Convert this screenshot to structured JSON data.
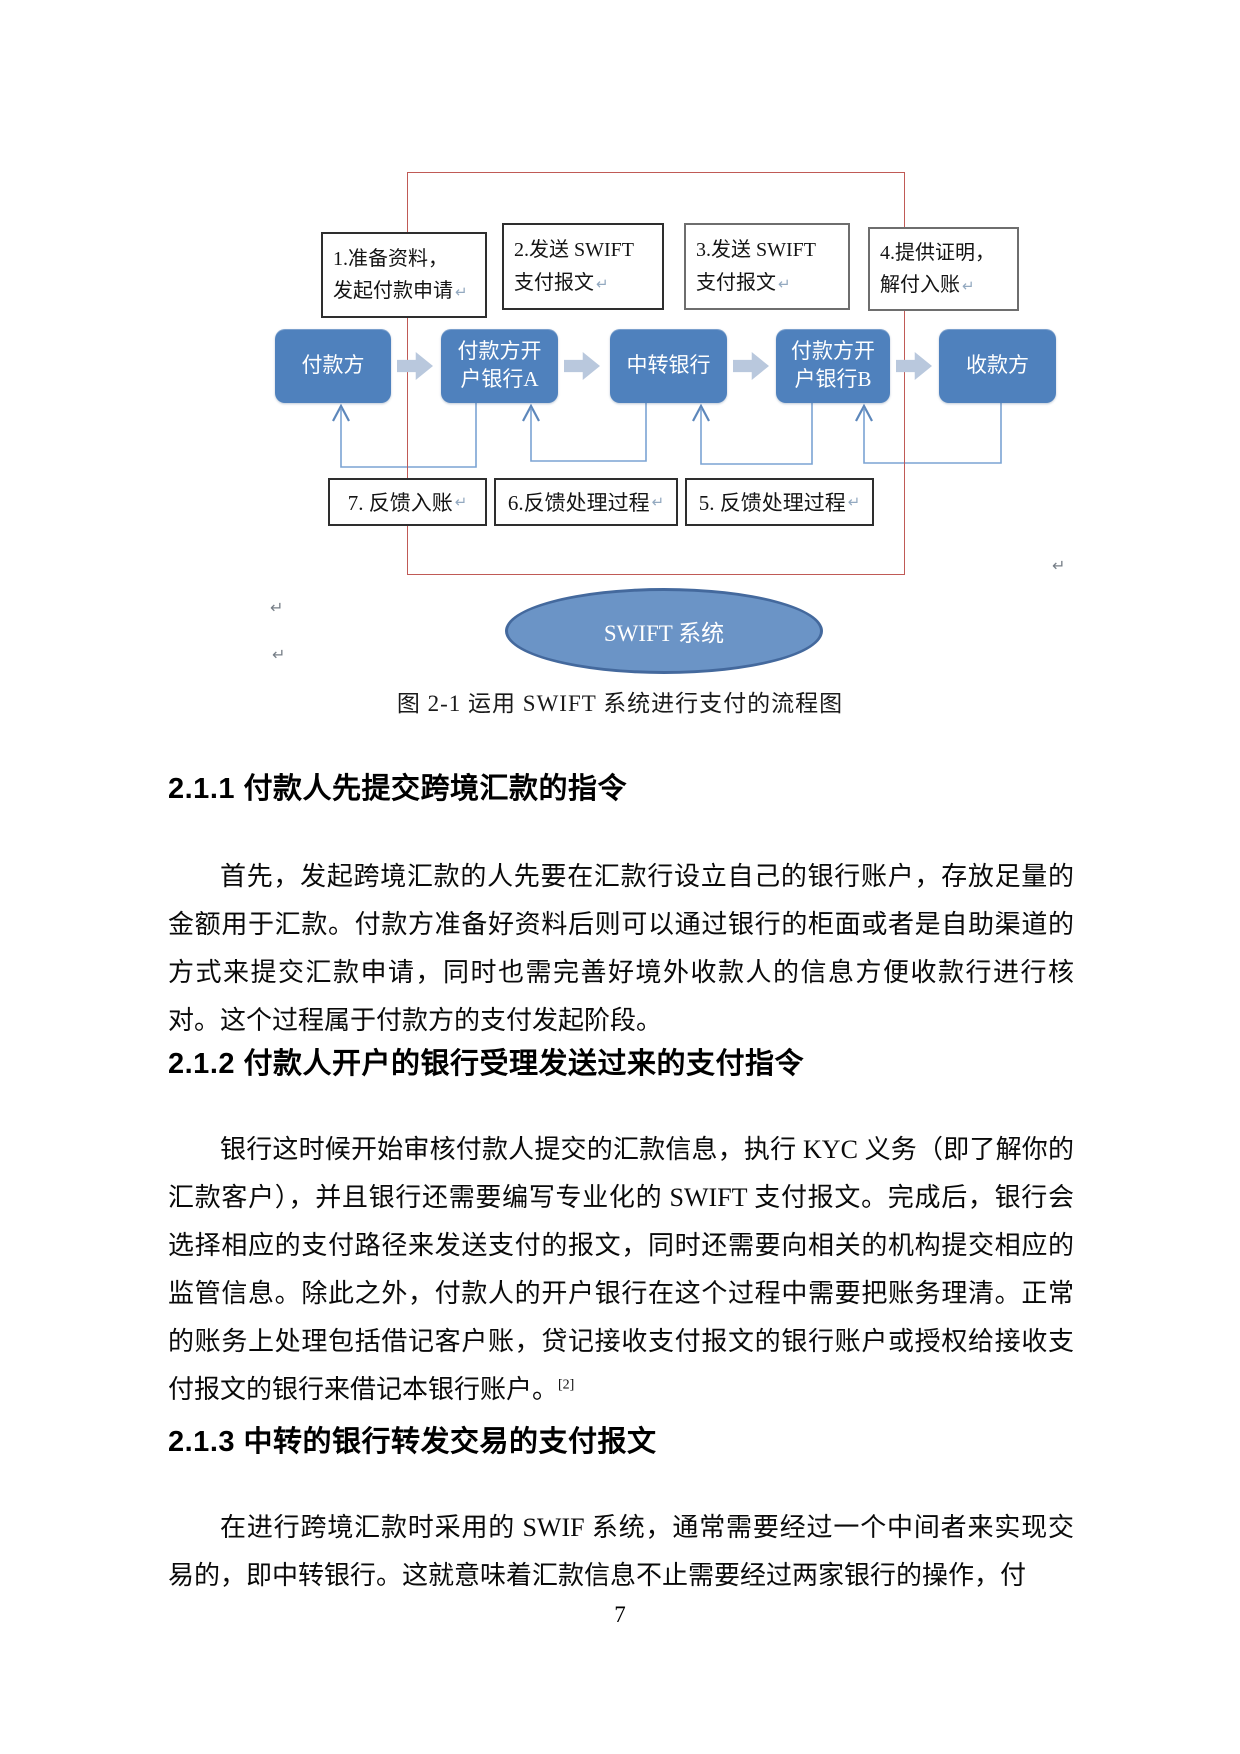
{
  "figure": {
    "steps": [
      {
        "line1": "1.准备资料，",
        "line2": "发起付款申请"
      },
      {
        "line1": "2.发送 SWIFT",
        "line2": "支付报文"
      },
      {
        "line1": "3.发送 SWIFT",
        "line2": "支付报文"
      },
      {
        "line1": "4.提供证明，",
        "line2": "解付入账"
      }
    ],
    "entities": [
      {
        "line1": "付款方",
        "line2": ""
      },
      {
        "line1": "付款方开",
        "line2": "户银行A"
      },
      {
        "line1": "中转银行",
        "line2": ""
      },
      {
        "line1": "付款方开",
        "line2": "户银行B"
      },
      {
        "line1": "收款方",
        "line2": ""
      }
    ],
    "feedbacks": [
      {
        "label": "7. 反馈入账"
      },
      {
        "label": "6.反馈处理过程"
      },
      {
        "label": "5. 反馈处理过程"
      }
    ],
    "system_label": "SWIFT 系统",
    "caption": "图 2-1 运用 SWIFT 系统进行支付的流程图",
    "return_mark": "↵",
    "colors": {
      "entity_fill": "#4f81bd",
      "block_arrow_fill": "#b9c8dd",
      "connector_line": "#7ba3d3",
      "highlight_rectangle": "#c05a56",
      "ellipse_fill": "#6b94c6",
      "ellipse_border": "#44699d"
    }
  },
  "sections": [
    {
      "heading": "2.1.1 付款人先提交跨境汇款的指令",
      "body": "首先，发起跨境汇款的人先要在汇款行设立自己的银行账户，存放足量的金额用于汇款。付款方准备好资料后则可以通过银行的柜面或者是自助渠道的方式来提交汇款申请，同时也需完善好境外收款人的信息方便收款行进行核对。这个过程属于付款方的支付发起阶段。"
    },
    {
      "heading": "2.1.2 付款人开户的银行受理发送过来的支付指令",
      "body": "银行这时候开始审核付款人提交的汇款信息，执行 KYC 义务（即了解你的汇款客户），并且银行还需要编写专业化的 SWIFT 支付报文。完成后，银行会选择相应的支付路径来发送支付的报文，同时还需要向相关的机构提交相应的监管信息。除此之外，付款人的开户银行在这个过程中需要把账务理清。正常的账务上处理包括借记客户账，贷记接收支付报文的银行账户或授权给接收支付报文的银行来借记本银行账户。",
      "citation": "[2]"
    },
    {
      "heading": "2.1.3 中转的银行转发交易的支付报文",
      "body": "在进行跨境汇款时采用的 SWIF 系统，通常需要经过一个中间者来实现交易的，即中转银行。这就意味着汇款信息不止需要经过两家银行的操作，付"
    }
  ],
  "page_number": "7"
}
